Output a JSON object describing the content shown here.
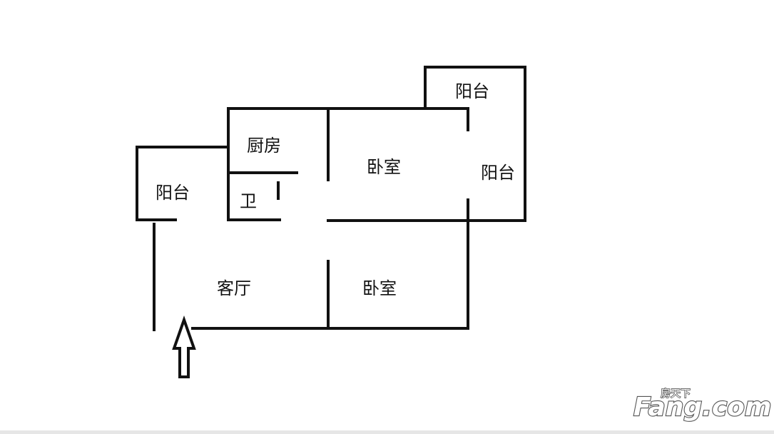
{
  "rooms": {
    "balcony_top": "阳台",
    "balcony_right": "阳台",
    "balcony_left": "阳台",
    "kitchen": "厨房",
    "bathroom": "卫",
    "bedroom_top": "卧室",
    "bedroom_bottom": "卧室",
    "living_room": "客厅"
  },
  "watermark": {
    "site": "Fang.com",
    "cn": "房天下"
  },
  "colors": {
    "wall": "#111111",
    "background": "#ffffff"
  },
  "icons": {
    "entrance": "entrance-arrow-icon"
  }
}
